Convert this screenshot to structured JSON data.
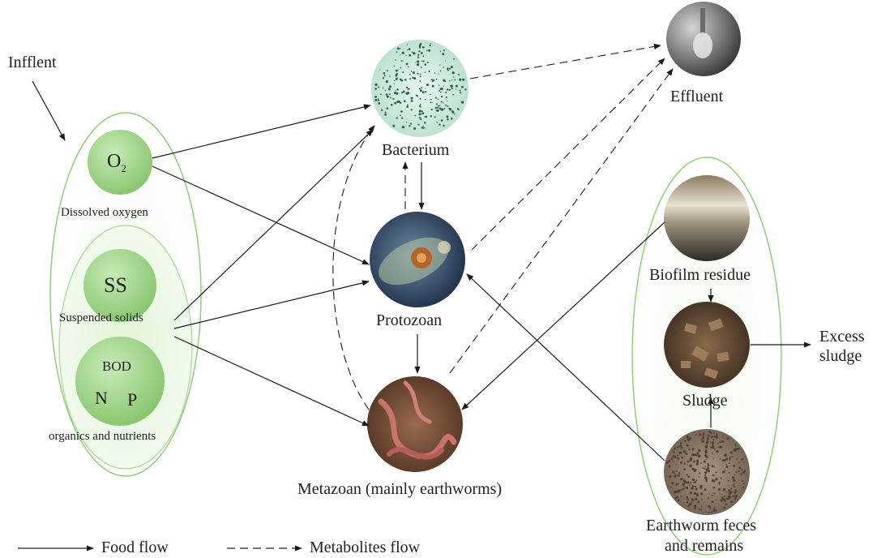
{
  "labels": {
    "influent": "Infflent",
    "oxygen_symbol": "O",
    "oxygen_subscript": "2",
    "dissolved_oxygen": "Dissolved oxygen",
    "ss": "SS",
    "suspended_solids": "Suspended solids",
    "bod": "BOD",
    "n": "N",
    "p": "P",
    "organics_nutrients": "organics and nutrients",
    "bacterium": "Bacterium",
    "protozoan": "Protozoan",
    "metazoan": "Metazoan (mainly earthworms)",
    "effluent": "Effluent",
    "biofilm_residue": "Biofilm residue",
    "sludge": "Sludge",
    "excess_sludge_line1": "Excess",
    "excess_sludge_line2": "sludge",
    "earthworm_feces_line1": "Earthworm feces",
    "earthworm_feces_line2": "and remains"
  },
  "legend": {
    "food_flow": "Food flow",
    "metabolites_flow": "Metabolites flow"
  },
  "colors": {
    "node_green": "#9fd487",
    "ellipse_stroke": "#8fcf7a",
    "arrow": "#1a1a1a"
  }
}
